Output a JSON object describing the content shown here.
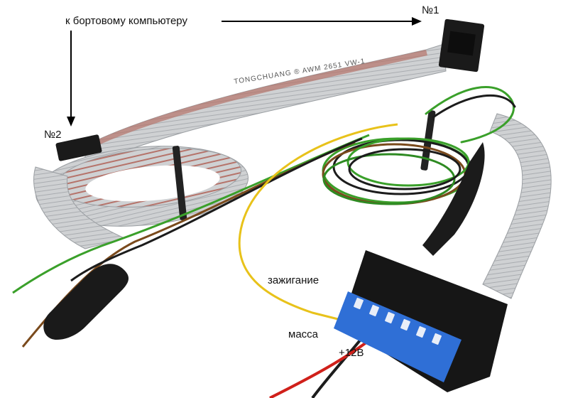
{
  "labels": {
    "to_computer": "к бортовому компьютеру",
    "connector_1": "№1",
    "connector_2": "№2",
    "ignition": "зажигание",
    "ground": "масса",
    "plus12v": "+12В"
  },
  "cable_print": "TONGCHUANG  ®  AWM  2651  VW-1",
  "colors": {
    "ribbon": "#c8cacc",
    "ribbon_stripe": "#b5736a",
    "connector": "#1a1a1a",
    "terminal_block": "#2f6fd6",
    "wire_green": "#3aa02a",
    "wire_yellow": "#e8c21a",
    "wire_red": "#d0201a",
    "wire_black": "#1c1c1c",
    "wire_brown": "#7a4a1c"
  }
}
